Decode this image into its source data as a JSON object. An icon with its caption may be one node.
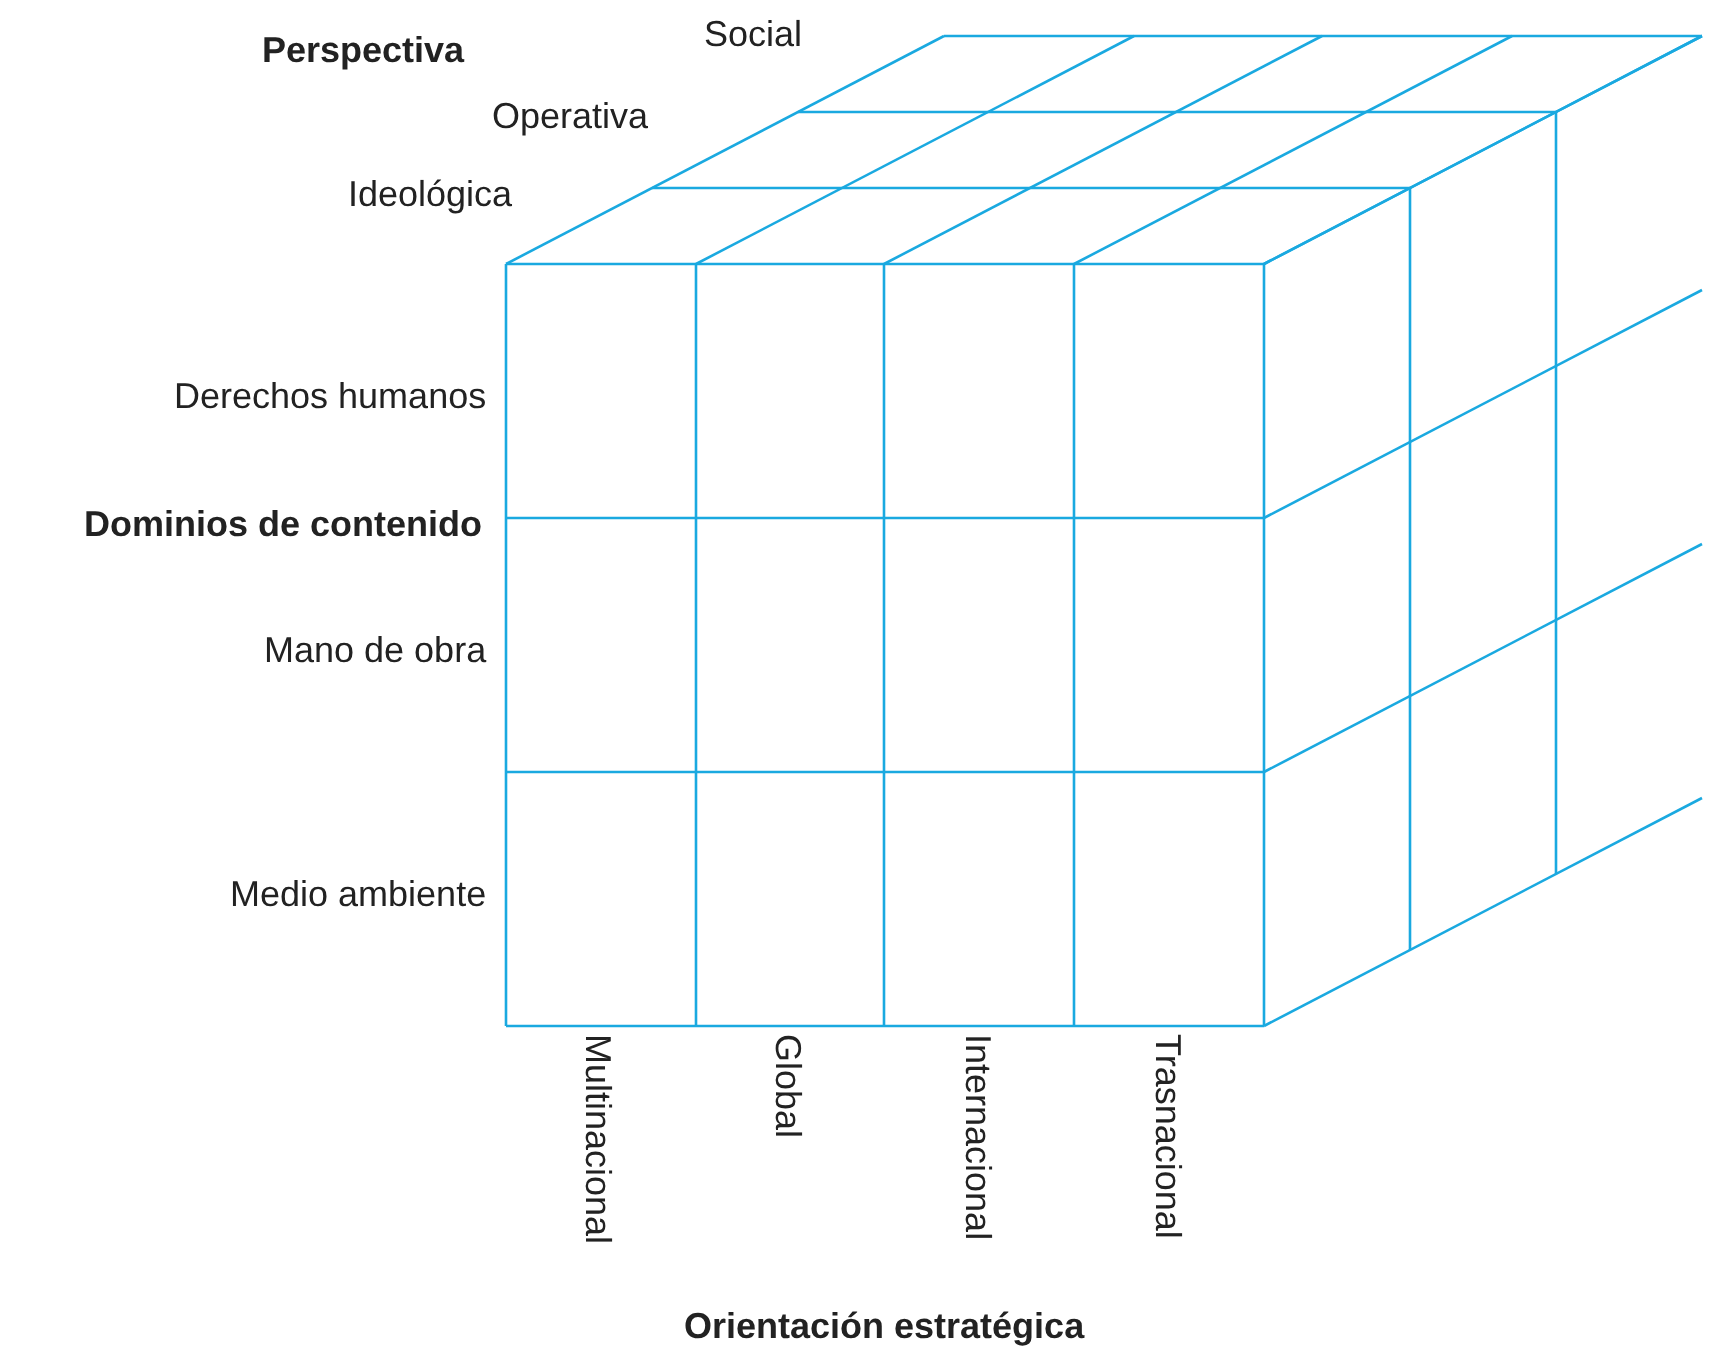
{
  "diagram": {
    "labels": [
      "Perspectiva",
      "Social",
      "Operativa",
      "Ideológica",
      "Derechos humanos",
      "Dominios de contenido",
      "Mano de obra",
      "Medio ambiente",
      "Multinacional",
      "Global",
      "Internacional",
      "Trasnacional",
      "Orientación estratégica"
    ]
  }
}
